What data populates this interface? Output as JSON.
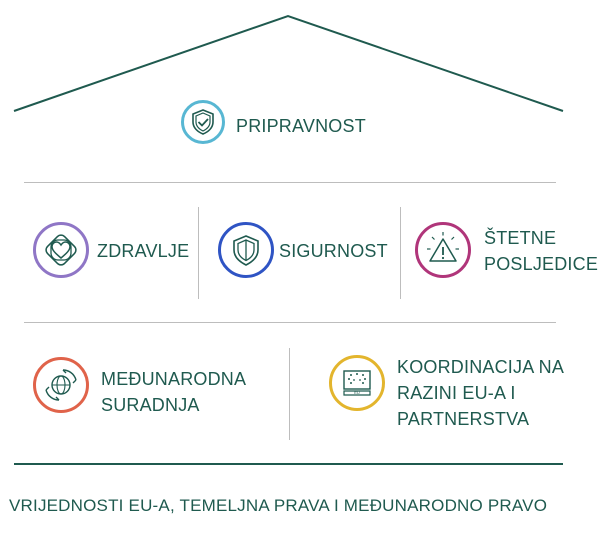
{
  "roof": {
    "label": "PRIPRAVNOST",
    "icon": "shield-check-icon",
    "color": "#58b7d3"
  },
  "middle_row": [
    {
      "label": "ZDRAVLJE",
      "icon": "heart-icon",
      "color": "#8f76c6"
    },
    {
      "label": "SIGURNOST",
      "icon": "shield-icon",
      "color": "#2f54c4"
    },
    {
      "label_lines": [
        "ŠTETNE",
        "POSLJEDICE"
      ],
      "icon": "warning-triangle-icon",
      "color": "#b0357a"
    }
  ],
  "bottom_row": [
    {
      "label_lines": [
        "MEĐUNARODNA",
        "SURADNJA"
      ],
      "icon": "globe-hands-icon",
      "color": "#e0634a"
    },
    {
      "label_lines": [
        "KOORDINACIJA NA",
        "RAZINI EU-A I",
        "PARTNERSTVA"
      ],
      "icon": "eu-flag-icon",
      "icon_text": "EU",
      "color": "#e3b52d"
    }
  ],
  "foundation": {
    "label": "VRIJEDNOSTI EU-A, TEMELJNA PRAVA I MEĐUNARODNO PRAVO",
    "color": "#1f5a4f"
  }
}
